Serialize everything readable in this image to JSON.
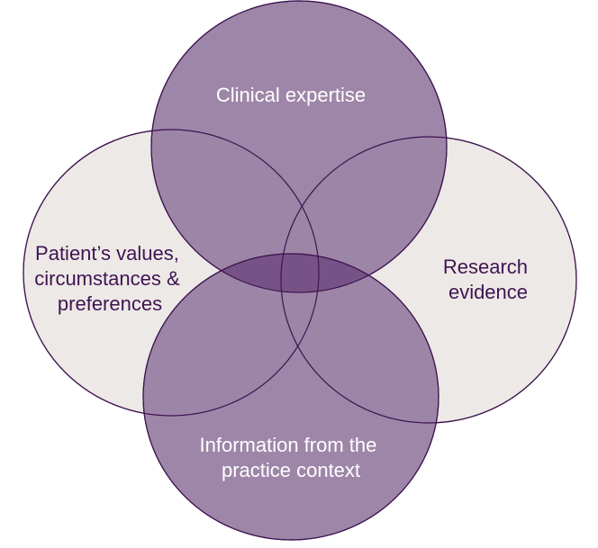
{
  "diagram": {
    "type": "venn-4",
    "colors": {
      "purple_fill": "#967ca2",
      "beige_fill": "#ede9e6",
      "outline": "#3d1450",
      "light_text": "#ffffff",
      "dark_text": "#3f1452"
    },
    "circles": [
      {
        "key": "patient",
        "lines": [
          "Patient’s values,",
          "circumstances &",
          "preferences"
        ],
        "fill": "beige",
        "text_color": "dark"
      },
      {
        "key": "research",
        "lines": [
          "Research",
          "evidence"
        ],
        "fill": "beige",
        "text_color": "dark"
      },
      {
        "key": "clinical",
        "lines": [
          "Clinical expertise"
        ],
        "fill": "purple",
        "text_color": "light"
      },
      {
        "key": "context",
        "lines": [
          "Information from the",
          "practice context"
        ],
        "fill": "purple",
        "text_color": "light"
      }
    ]
  }
}
